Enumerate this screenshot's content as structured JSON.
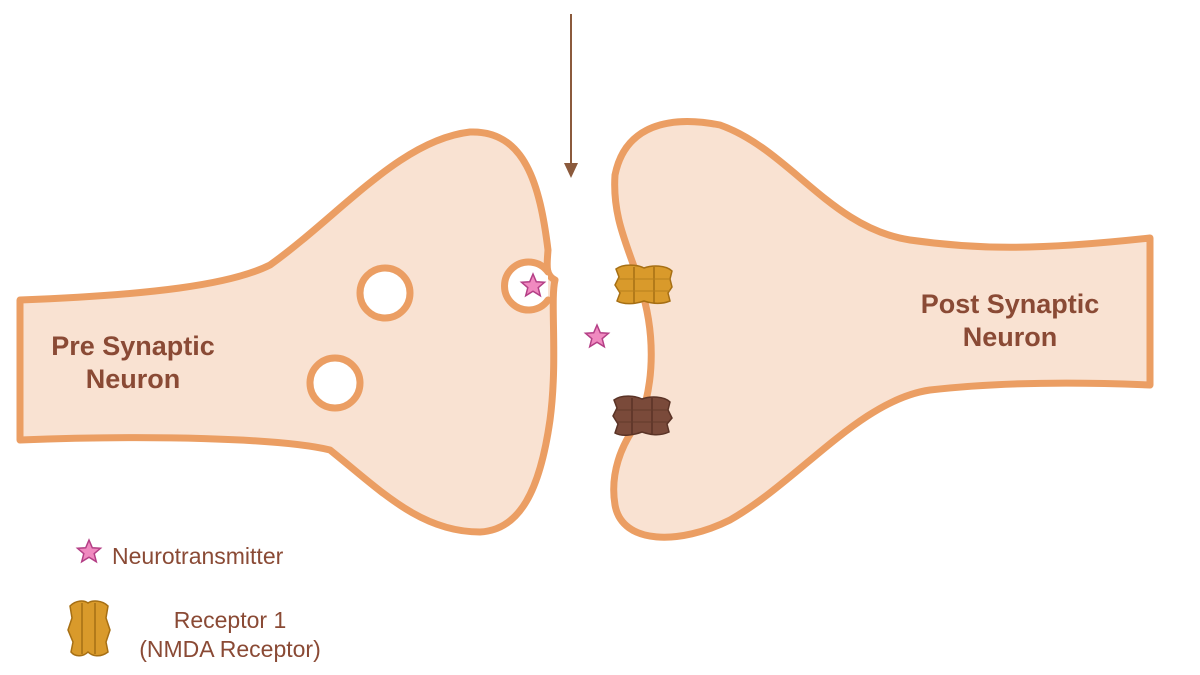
{
  "neurons": {
    "pre_line1": "Pre Synaptic",
    "pre_line2": "Neuron",
    "post_line1": "Post Synaptic",
    "post_line2": "Neuron"
  },
  "legend": {
    "neurotransmitter_label": "Neurotransmitter",
    "receptor_line1": "Receptor 1",
    "receptor_line2": "(NMDA Receptor)"
  },
  "colors": {
    "membrane": "#eb9e63",
    "cytoplasm": "#f9e2d2",
    "neurotransmitter": "#f08ac0",
    "neurotransmitter_stroke": "#b43f86",
    "receptor_1": "#d99a2b",
    "receptor_2": "#7a4a3a",
    "arrow": "#8b5a3c",
    "label_text": "#8a4a35"
  }
}
